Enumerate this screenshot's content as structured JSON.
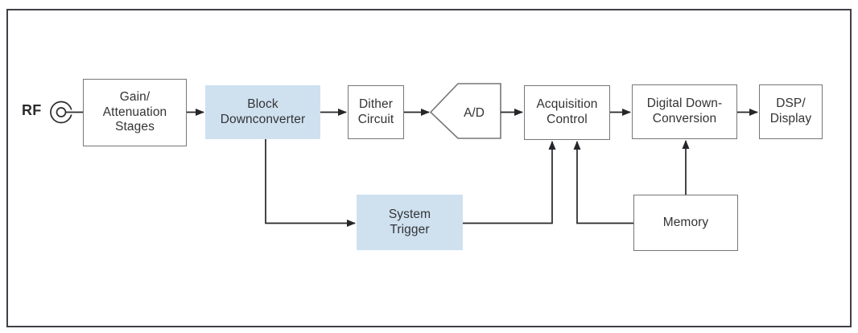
{
  "diagram": {
    "input_label": "RF",
    "nodes": [
      {
        "id": "gain-attenuation-stages",
        "label": "Gain/\nAttenuation\nStages",
        "highlighted": false
      },
      {
        "id": "block-downconverter",
        "label": "Block\nDownconverter",
        "highlighted": true
      },
      {
        "id": "dither-circuit",
        "label": "Dither\nCircuit",
        "highlighted": false
      },
      {
        "id": "a-d-converter",
        "label": "A/D",
        "highlighted": false
      },
      {
        "id": "acquisition-control",
        "label": "Acquisition\nControl",
        "highlighted": false
      },
      {
        "id": "digital-down-conversion",
        "label": "Digital Down-\nConversion",
        "highlighted": false
      },
      {
        "id": "dsp-display",
        "label": "DSP/\nDisplay",
        "highlighted": false
      },
      {
        "id": "system-trigger",
        "label": "System\nTrigger",
        "highlighted": true
      },
      {
        "id": "memory",
        "label": "Memory",
        "highlighted": false
      }
    ],
    "edges": [
      {
        "from": "rf-input",
        "to": "gain-attenuation-stages",
        "arrow": false
      },
      {
        "from": "gain-attenuation-stages",
        "to": "block-downconverter",
        "arrow": true
      },
      {
        "from": "block-downconverter",
        "to": "dither-circuit",
        "arrow": true
      },
      {
        "from": "dither-circuit",
        "to": "a-d-converter",
        "arrow": true
      },
      {
        "from": "a-d-converter",
        "to": "acquisition-control",
        "arrow": true
      },
      {
        "from": "acquisition-control",
        "to": "digital-down-conversion",
        "arrow": true
      },
      {
        "from": "digital-down-conversion",
        "to": "dsp-display",
        "arrow": true
      },
      {
        "from": "block-downconverter",
        "to": "system-trigger",
        "arrow": true
      },
      {
        "from": "system-trigger",
        "to": "acquisition-control",
        "arrow": true
      },
      {
        "from": "memory",
        "to": "acquisition-control",
        "arrow": true
      },
      {
        "from": "memory",
        "to": "digital-down-conversion",
        "arrow": true
      }
    ],
    "colors": {
      "highlight_fill": "#cfe1ef",
      "box_border": "#76767b",
      "frame_border": "#404046",
      "line": "#26262a",
      "text": "#333336"
    }
  }
}
